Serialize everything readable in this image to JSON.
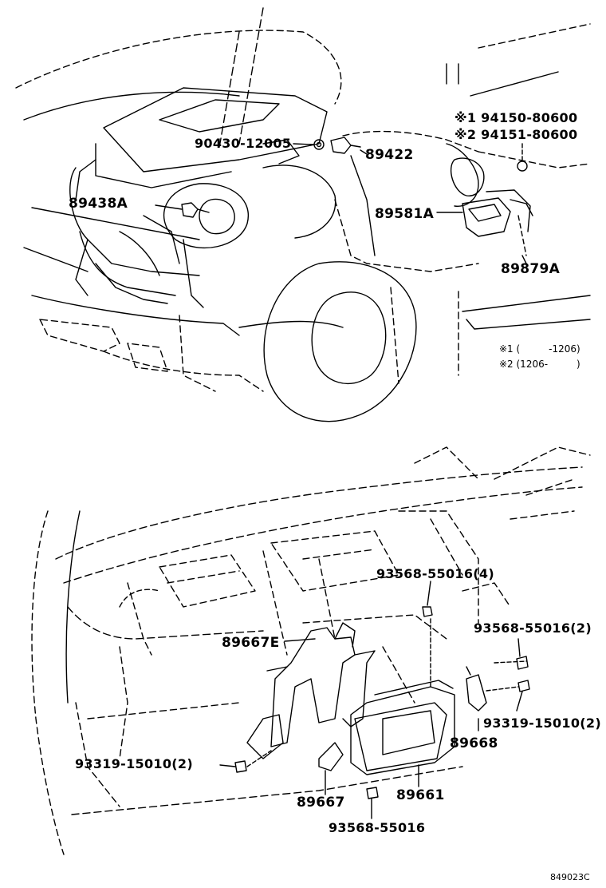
{
  "parts": {
    "p90430": "90430-12005",
    "p89422": "89422",
    "p89438A": "89438A",
    "p89581A": "89581A",
    "p89879A": "89879A",
    "n1": "※1 94150-80600",
    "n2": "※2 94151-80600",
    "p93568_4": "93568-55016(4)",
    "p93568_2": "93568-55016(2)",
    "p89667E": "89667E",
    "p93319_2r": "93319-15010(2)",
    "p89668": "89668",
    "p93319_2l": "93319-15010(2)",
    "p89667": "89667",
    "p89661": "89661",
    "p93568": "93568-55016"
  },
  "notes": {
    "range1": "※1 (　　　-1206)",
    "range2": "※2 (1206-　　　)"
  },
  "diagram_code": "849023C"
}
